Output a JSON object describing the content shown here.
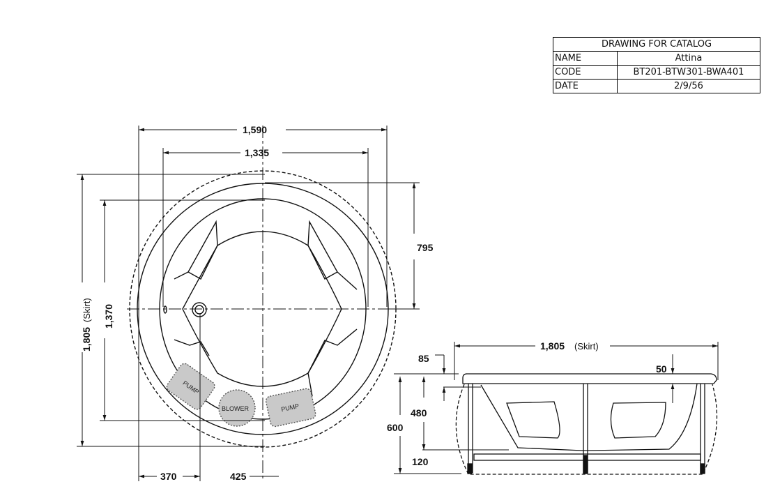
{
  "title_block": {
    "header": "DRAWING FOR CATALOG",
    "rows": [
      {
        "key": "NAME",
        "value": "Attina"
      },
      {
        "key": "CODE",
        "value": "BT201-BTW301-BWA401"
      },
      {
        "key": "DATE",
        "value": "2/9/56"
      }
    ]
  },
  "plan_view": {
    "dims": {
      "width_outer": "1,590",
      "width_inner": "1,335",
      "height_skirt": "1,805",
      "height_skirt_note": "(Skirt)",
      "height_inner": "1,370",
      "half_depth": "795",
      "offset_left": "370",
      "offset_center": "425"
    },
    "components": {
      "pump_left": "PUMP",
      "blower": "BLOWER",
      "pump_right": "PUMP"
    }
  },
  "side_view": {
    "dims": {
      "width": "1,805",
      "width_note": "(Skirt)",
      "rim": "85",
      "lip": "50",
      "depth": "480",
      "total_height": "600",
      "base": "120"
    }
  }
}
